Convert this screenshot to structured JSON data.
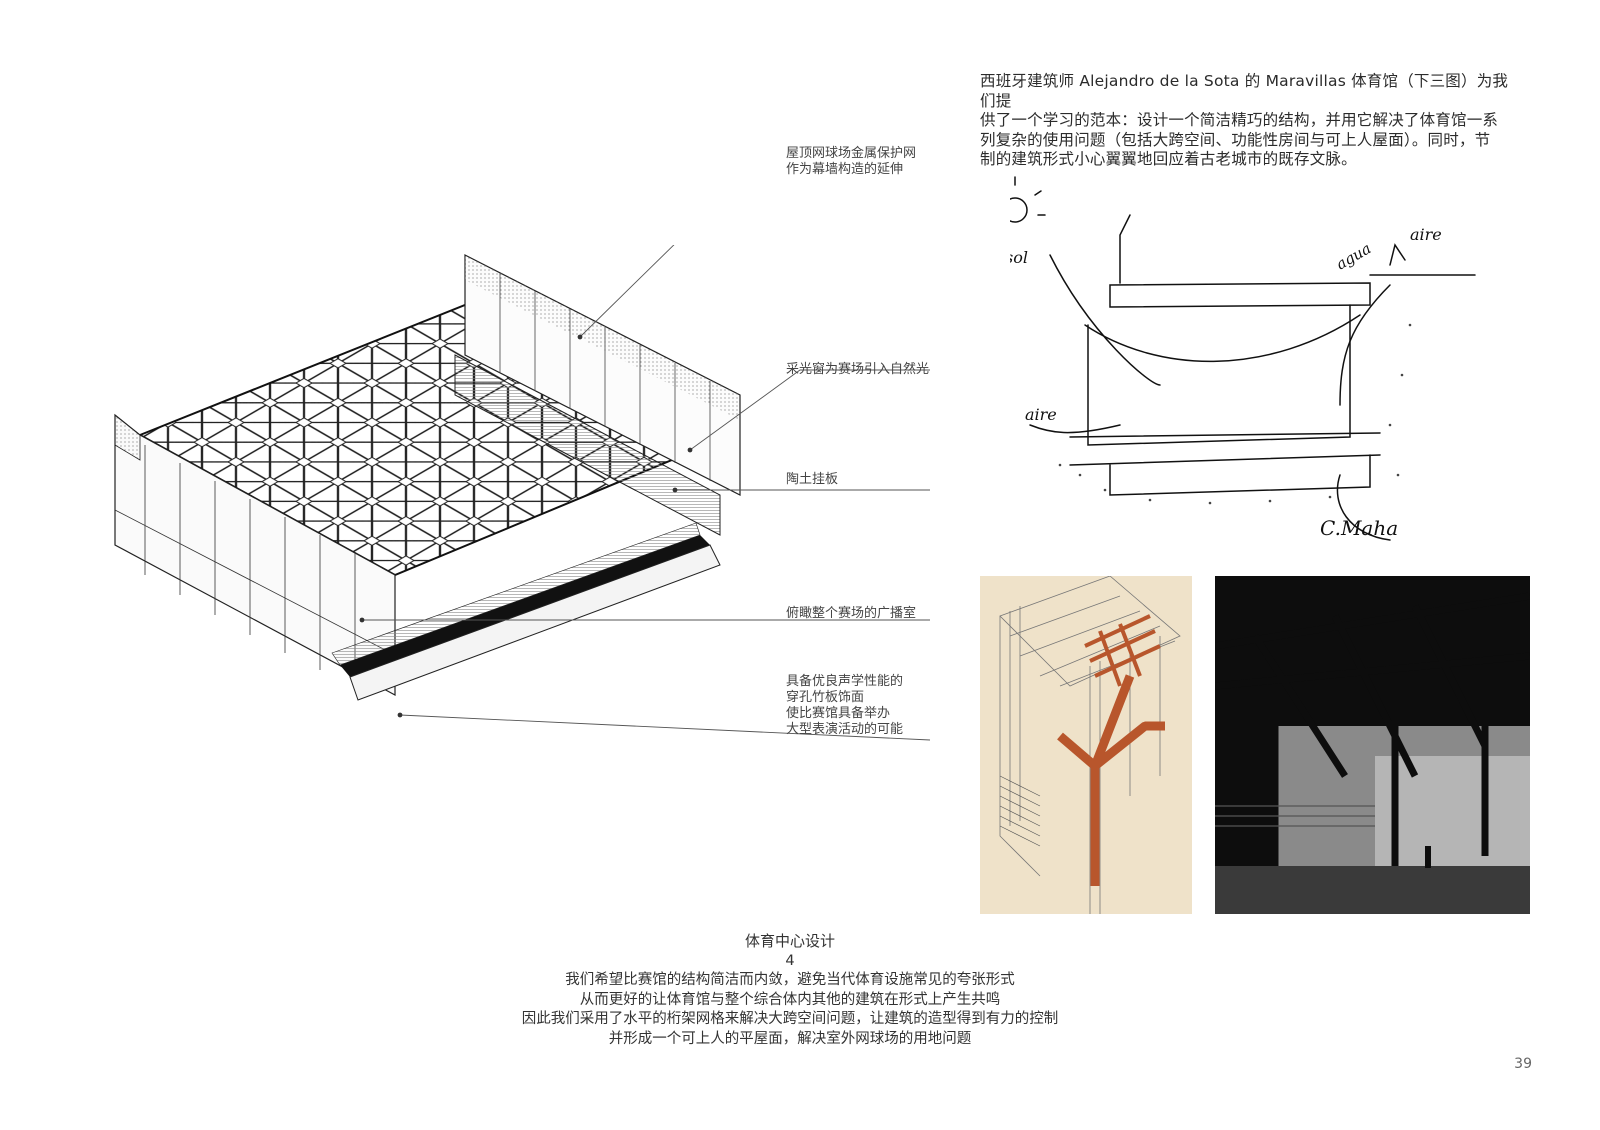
{
  "intro": {
    "lines": [
      "西班牙建筑师 Alejandro de la Sota 的 Maravillas 体育馆（下三图）为我们提",
      "供了一个学习的范本：设计一个简洁精巧的结构，并用它解决了体育馆一系",
      "列复杂的使用问题（包括大跨空间、功能性房间与可上人屋面）。同时，节",
      "制的建筑形式小心翼翼地回应着古老城市的既存文脉。"
    ]
  },
  "annotations": {
    "tennis_net": [
      "屋顶网球场金属保护网",
      "作为幕墙构造的延伸"
    ],
    "skylight": [
      "采光窗为赛场引入自然光"
    ],
    "terracotta": [
      "陶土挂板"
    ],
    "broadcast": [
      "俯瞰整个赛场的广播室"
    ],
    "bamboo": [
      "具备优良声学性能的",
      "穿孔竹板饰面",
      "使比赛馆具备举办",
      "大型表演活动的可能"
    ]
  },
  "sketch": {
    "words": [
      "sol",
      "agua",
      "aire",
      "aire"
    ],
    "signature": "C.Maha"
  },
  "caption": {
    "title": "体育中心设计",
    "number": "4",
    "lines": [
      "我们希望比赛馆的结构简洁而内敛，避免当代体育设施常见的夸张形式",
      "从而更好的让体育馆与整个综合体内其他的建筑在形式上产生共鸣",
      "因此我们采用了水平的桁架网格来解决大跨空间问题，让建筑的造型得到有力的控制",
      "并形成一个可上人的平屋面，解决室外网球场的用地问题"
    ]
  },
  "page_number": "39",
  "colors": {
    "timber_red": "#b8562c",
    "paper": "#efe2c9",
    "photo_dark": "#1c1c1c"
  }
}
